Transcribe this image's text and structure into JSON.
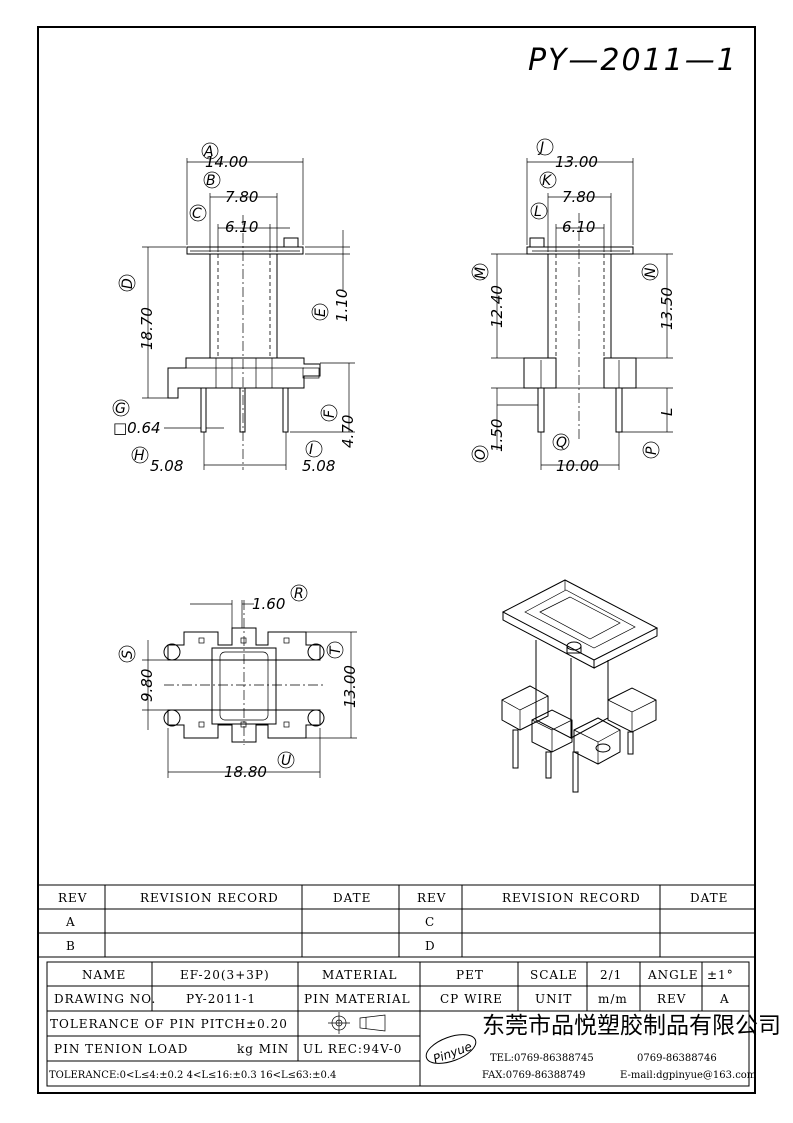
{
  "drawing_title": "PY—2011—1",
  "front_view": {
    "dims": {
      "A": "14.00",
      "B": "7.80",
      "C": "6.10",
      "D": "18.70",
      "E": "1.10",
      "F": "4.70",
      "G": "□0.64",
      "H": "5.08",
      "I": "5.08"
    },
    "labels": [
      "A",
      "B",
      "C",
      "D",
      "E",
      "F",
      "G",
      "H",
      "I"
    ]
  },
  "side_view": {
    "dims": {
      "J": "13.00",
      "K": "7.80",
      "L": "6.10",
      "M": "12.40",
      "N": "13.50",
      "O": "1.50",
      "Q": "10.00",
      "P": "L"
    },
    "labels": [
      "J",
      "K",
      "L",
      "M",
      "N",
      "O",
      "P",
      "Q"
    ]
  },
  "bottom_view": {
    "dims": {
      "R": "1.60",
      "S": "9.80",
      "T": "13.00",
      "U": "18.80"
    },
    "labels": [
      "R",
      "S",
      "T",
      "U"
    ]
  },
  "revision_table": {
    "headers": [
      "REV",
      "REVISION RECORD",
      "DATE",
      "REV",
      "REVISION RECORD",
      "DATE"
    ],
    "rows": [
      [
        "A",
        "",
        "",
        "C",
        "",
        ""
      ],
      [
        "B",
        "",
        "",
        "D",
        "",
        ""
      ]
    ]
  },
  "title_block": {
    "name_label": "NAME",
    "name_value": "EF-20(3+3P)",
    "material_label": "MATERIAL",
    "material_value": "PET",
    "scale_label": "SCALE",
    "scale_value": "2/1",
    "angle_label": "ANGLE",
    "angle_value": "±1°",
    "drawing_no_label": "DRAWING NO.",
    "drawing_no_value": "PY-2011-1",
    "pin_material_label": "PIN MATERIAL",
    "pin_material_value": "CP WIRE",
    "unit_label": "UNIT",
    "unit_value": "m/m",
    "rev_label": "REV",
    "rev_value": "A",
    "tolerance_pitch": "TOLERANCE OF PIN PITCH±0.20",
    "pin_tension_label": "PIN TENION LOAD",
    "pin_tension_unit": "kg MIN",
    "ul_rec": "UL REC:94V-0",
    "tolerance_general": "TOLERANCE:0<L≤4:±0.2  4<L≤16:±0.3  16<L≤63:±0.4",
    "logo_text": "Pinyue",
    "company_name": "东莞市品悦塑胶制品有限公司",
    "tel": "TEL:0769-86388745",
    "tel2": "0769-86388746",
    "fax": "FAX:0769-86388749",
    "email": "E-mail:dgpinyue@163.com"
  }
}
